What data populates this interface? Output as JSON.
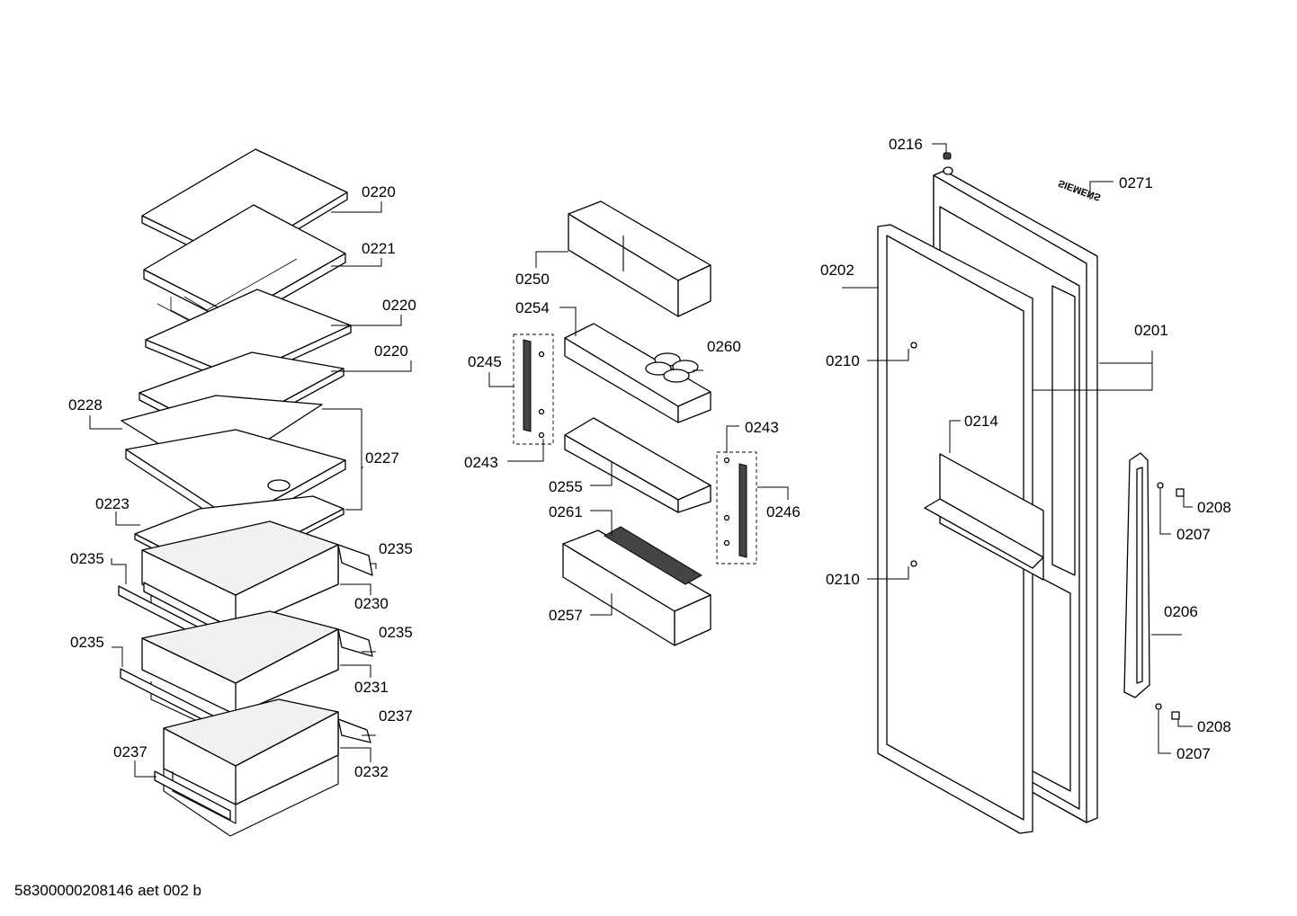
{
  "labels": {
    "l0216": "0216",
    "l0271": "0271",
    "l0220a": "0220",
    "l0221": "0221",
    "l0220b": "0220",
    "l0220c": "0220",
    "l0228": "0228",
    "l0227": "0227",
    "l0223": "0223",
    "l0235a": "0235",
    "l0235b": "0235",
    "l0230": "0230",
    "l0235c": "0235",
    "l0235d": "0235",
    "l0231": "0231",
    "l0237a": "0237",
    "l0237b": "0237",
    "l0232": "0232",
    "l0250": "0250",
    "l0254": "0254",
    "l0260": "0260",
    "l0245": "0245",
    "l0243a": "0243",
    "l0243b": "0243",
    "l0255": "0255",
    "l0246": "0246",
    "l0261": "0261",
    "l0257": "0257",
    "l0202": "0202",
    "l0201": "0201",
    "l0210a": "0210",
    "l0214": "0214",
    "l0210b": "0210",
    "l0208a": "0208",
    "l0207a": "0207",
    "l0206": "0206",
    "l0208b": "0208",
    "l0207b": "0207"
  },
  "brand_text": "SIEMENS",
  "footer_text": "58300000208146 aet 002 b"
}
